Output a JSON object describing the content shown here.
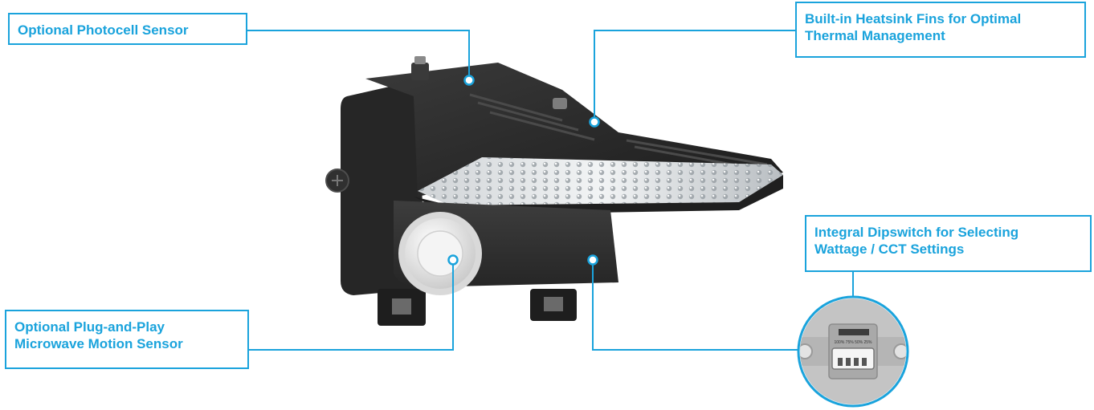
{
  "callouts": {
    "photocell": {
      "lines": [
        "Optional Photocell Sensor"
      ]
    },
    "heatsink": {
      "lines": [
        "Built-in Heatsink Fins for Optimal",
        "Thermal Management"
      ]
    },
    "dipswitch": {
      "lines": [
        "Integral Dipswitch for Selecting",
        "Wattage / CCT Settings"
      ]
    },
    "motion": {
      "lines": [
        "Optional Plug-and-Play",
        "Microwave Motion Sensor"
      ]
    }
  },
  "dipswitch_inset": {
    "scale_text": "100% 75% 50% 25%"
  },
  "colors": {
    "accent": "#1aa3dc",
    "housing": "#2b2b2b",
    "sensor": "#e8e8e8",
    "switch_plate": "#a9a9a9"
  },
  "icons": [
    "screw-icon"
  ]
}
